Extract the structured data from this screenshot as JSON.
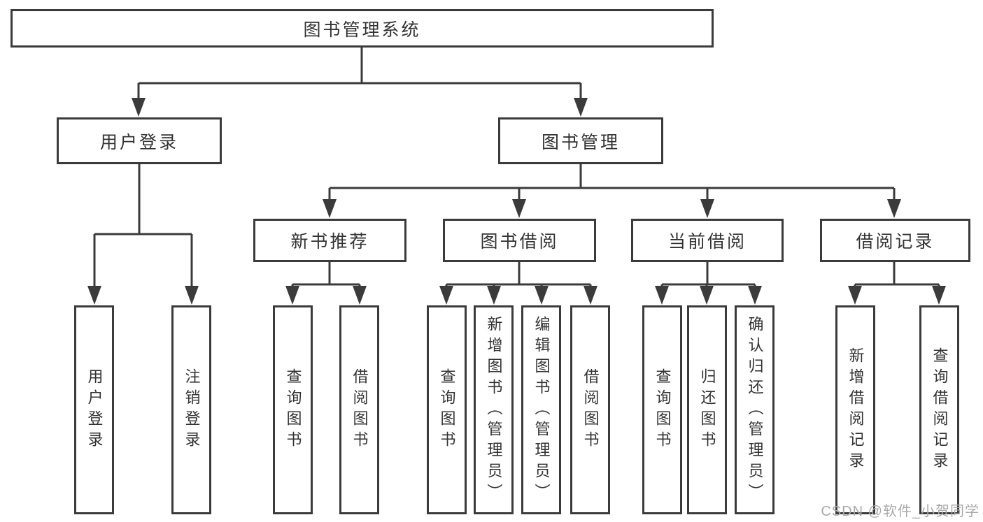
{
  "colors": {
    "line": "#3b3b3b",
    "text": "#333333",
    "watermark": "#aaaaaa",
    "bg": "#ffffff"
  },
  "watermark": "CSDN @软件_小贺同学",
  "tree": {
    "root": "图书管理系统",
    "branches": [
      {
        "label": "用户登录",
        "leaves": [
          "用户登录",
          "注销登录"
        ]
      },
      {
        "label": "图书管理",
        "groups": [
          {
            "label": "新书推荐",
            "leaves": [
              "查询图书",
              "借阅图书"
            ]
          },
          {
            "label": "图书借阅",
            "leaves": [
              "查询图书",
              "新增图书（管理员）",
              "编辑图书（管理员）",
              "借阅图书"
            ]
          },
          {
            "label": "当前借阅",
            "leaves": [
              "查询图书",
              "归还图书",
              "确认归还（管理员）"
            ]
          },
          {
            "label": "借阅记录",
            "leaves": [
              "新增借阅记录",
              "查询借阅记录"
            ]
          }
        ]
      }
    ]
  }
}
